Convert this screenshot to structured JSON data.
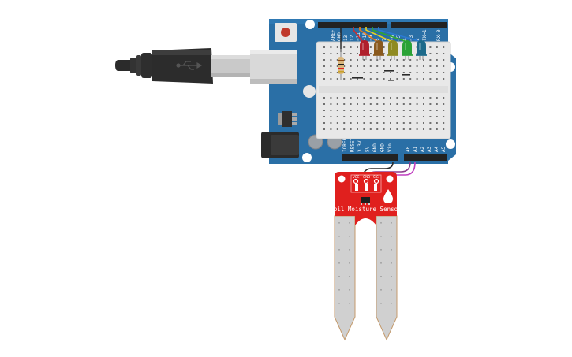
{
  "circuit": {
    "board": {
      "name": "Arduino Uno",
      "digital_header_labels": [
        "AREF",
        "GND",
        "13",
        "12",
        "~11",
        "~10",
        "~9",
        "8",
        "7",
        "~6",
        "~5",
        "4",
        "~3",
        "2",
        "TX→1",
        "RX←0"
      ],
      "power_header_labels": [
        "IOREF",
        "RESET",
        "3.3V",
        "5V",
        "GND",
        "GND",
        "Vin"
      ],
      "analog_header_labels": [
        "A0",
        "A1",
        "A2",
        "A3",
        "A4",
        "A5"
      ]
    },
    "usb_cable": {
      "connector": "USB-B"
    },
    "leds": [
      {
        "color": "#b0202c"
      },
      {
        "color": "#8a5a1e"
      },
      {
        "color": "#8f8a22"
      },
      {
        "color": "#2aa236"
      },
      {
        "color": "#1d6a8a"
      }
    ],
    "wires": [
      {
        "color": "#d42a2a"
      },
      {
        "color": "#f07a10"
      },
      {
        "color": "#e8d020"
      },
      {
        "color": "#30a830"
      },
      {
        "color": "#2a7ad4"
      }
    ],
    "sensor": {
      "label": "Soil Moisture Sensor",
      "pin_labels": [
        "VCC",
        "GND",
        "SIG"
      ]
    }
  }
}
